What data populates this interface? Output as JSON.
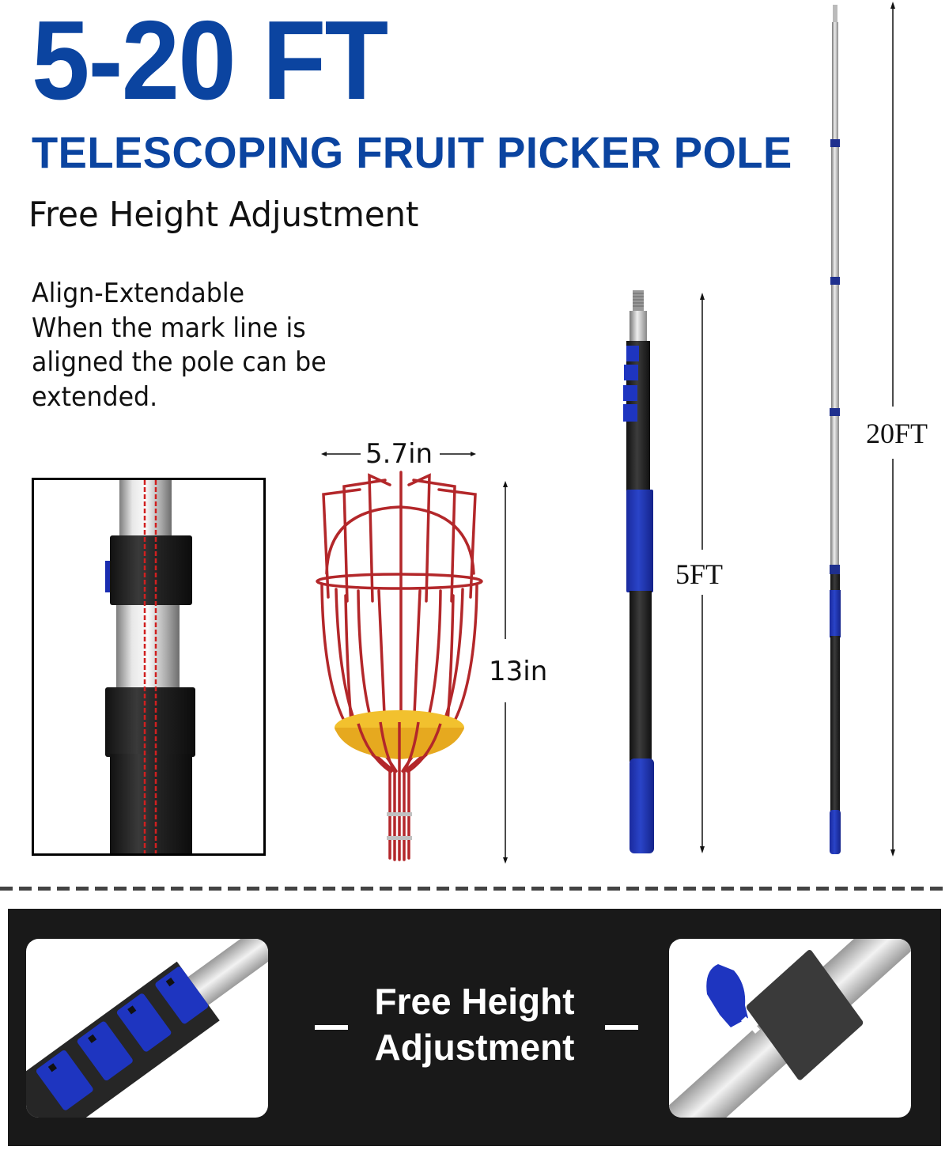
{
  "header": {
    "length_range": "5-20 FT",
    "product_name": "TELESCOPING FRUIT PICKER POLE",
    "tagline": "Free Height Adjustment"
  },
  "description": {
    "lines": [
      "Align-Extendable",
      "When the mark line is",
      "aligned the pole can be",
      "extended."
    ]
  },
  "dimensions": {
    "basket_width": "5.7in",
    "basket_height": "13in",
    "collapsed_length": "5FT",
    "extended_length": "20FT"
  },
  "feature_banner": {
    "text_line_1": "Free Height",
    "text_line_2": "Adjustment"
  },
  "colors": {
    "brand_blue": "#0b44a0",
    "grip_blue": "#1e35b8",
    "basket_red": "#b3272a",
    "tray_yellow": "#f2c12e",
    "pole_black": "#232323",
    "pole_silver": "#c8c8c8",
    "panel_bg": "#191919"
  }
}
